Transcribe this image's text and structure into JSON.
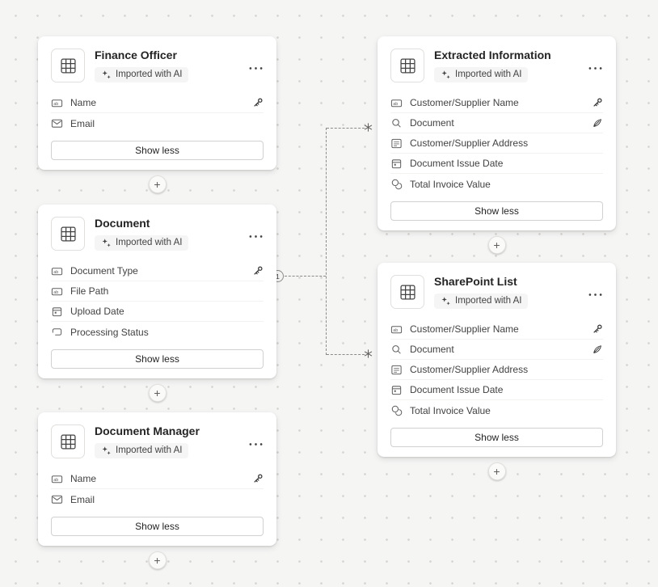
{
  "canvas": {
    "background_color": "#f5f5f4",
    "dot_color": "#d7d5d2"
  },
  "ui": {
    "add_label": "+"
  },
  "icon_glyphs": {
    "text_field": "ab"
  },
  "relationship": {
    "cardinality_one_label": "1",
    "cardinality_many_label": "*",
    "from": "Document.Document Type",
    "to": [
      "Extracted Information.Document",
      "SharePoint List.Document"
    ],
    "line_color": "#8c8a88"
  },
  "entities": [
    {
      "title": "Finance Officer",
      "badge": "Imported with AI",
      "expand_button": "Show less",
      "fields": [
        {
          "label": "Name",
          "type": "text",
          "primary_key": true
        },
        {
          "label": "Email",
          "type": "email",
          "primary_key": false
        }
      ]
    },
    {
      "title": "Document",
      "badge": "Imported with AI",
      "expand_button": "Show less",
      "fields": [
        {
          "label": "Document Type",
          "type": "text",
          "primary_key": true
        },
        {
          "label": "File Path",
          "type": "text",
          "primary_key": false
        },
        {
          "label": "Upload Date",
          "type": "date",
          "primary_key": false
        },
        {
          "label": "Processing Status",
          "type": "status",
          "primary_key": false
        }
      ]
    },
    {
      "title": "Document Manager",
      "badge": "Imported with AI",
      "expand_button": "Show less",
      "fields": [
        {
          "label": "Name",
          "type": "text",
          "primary_key": true
        },
        {
          "label": "Email",
          "type": "email",
          "primary_key": false
        }
      ]
    },
    {
      "title": "Extracted Information",
      "badge": "Imported with AI",
      "expand_button": "Show less",
      "fields": [
        {
          "label": "Customer/Supplier Name",
          "type": "text",
          "primary_key": true
        },
        {
          "label": "Document",
          "type": "lookup",
          "primary_key": false
        },
        {
          "label": "Customer/Supplier Address",
          "type": "multiline",
          "primary_key": false
        },
        {
          "label": "Document Issue Date",
          "type": "date",
          "primary_key": false
        },
        {
          "label": "Total Invoice Value",
          "type": "currency",
          "primary_key": false
        }
      ]
    },
    {
      "title": "SharePoint List",
      "badge": "Imported with AI",
      "expand_button": "Show less",
      "fields": [
        {
          "label": "Customer/Supplier Name",
          "type": "text",
          "primary_key": true
        },
        {
          "label": "Document",
          "type": "lookup",
          "primary_key": false
        },
        {
          "label": "Customer/Supplier Address",
          "type": "multiline",
          "primary_key": false
        },
        {
          "label": "Document Issue Date",
          "type": "date",
          "primary_key": false
        },
        {
          "label": "Total Invoice Value",
          "type": "currency",
          "primary_key": false
        }
      ]
    }
  ]
}
